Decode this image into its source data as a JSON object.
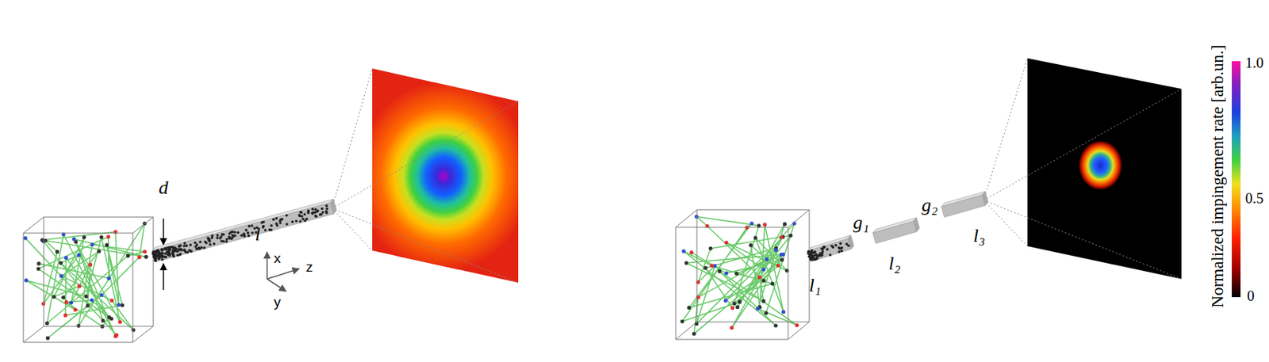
{
  "diagram": {
    "labels": [
      "d",
      "l",
      "x",
      "y",
      "z",
      "l₁",
      "g₁",
      "l₂",
      "g₂",
      "l₃",
      "Normalized impingement rate [arb.un.]",
      "1.0",
      "0.5",
      "0"
    ]
  }
}
